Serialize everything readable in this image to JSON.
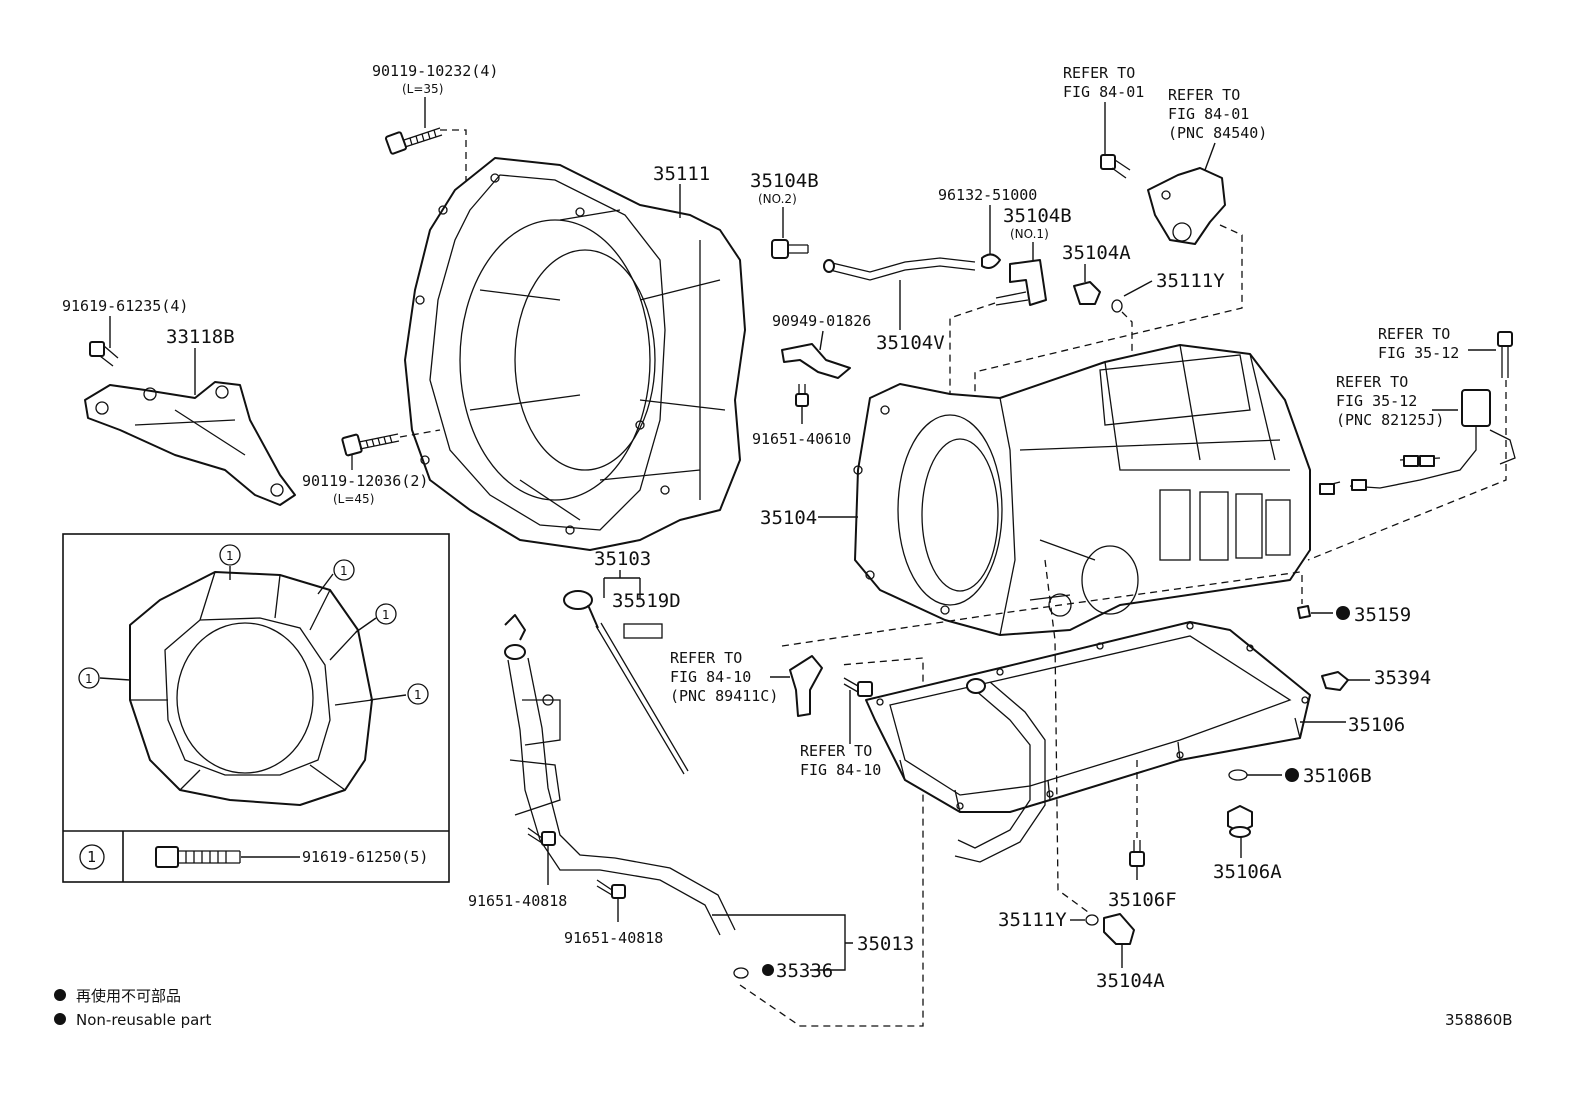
{
  "labels": {
    "p90119_10232": "90119-10232(4)",
    "l35": "(L=35)",
    "p35111": "35111",
    "p35104b_no2": "35104B",
    "no2": "(NO.2)",
    "p96132": "96132-51000",
    "p35104b_no1": "35104B",
    "no1": "(NO.1)",
    "refer_a1": "REFER TO",
    "refer_a2": "FIG 84-01",
    "refer_b1": "REFER TO",
    "refer_b2": "FIG 84-01",
    "refer_b3": "(PNC 84540)",
    "p35104a_top": "35104A",
    "p35111y_top": "35111Y",
    "p91619_61235": "91619-61235(4)",
    "p33118b": "33118B",
    "p90949": "90949-01826",
    "p35104v": "35104V",
    "refer_c1": "REFER TO",
    "refer_c2": "FIG 35-12",
    "refer_d1": "REFER TO",
    "refer_d2": "FIG 35-12",
    "refer_d3": "(PNC 82125J)",
    "p90119_12036": "90119-12036(2)",
    "l45": "(L=45)",
    "p91651_40610": "91651-40610",
    "p35104": "35104",
    "p35103": "35103",
    "p35519d": "35519D",
    "p35159": "35159",
    "refer_e1": "REFER TO",
    "refer_e2": "FIG 84-10",
    "refer_e3": "(PNC 89411C)",
    "p35394": "35394",
    "p35106": "35106",
    "refer_f1": "REFER TO",
    "refer_f2": "FIG 84-10",
    "p35106b": "35106B",
    "p91619_61250": "91619-61250(5)",
    "callout": "1",
    "p35106a": "35106A",
    "p35106f": "35106F",
    "p91651_40818_a": "91651-40818",
    "p35111y_bot": "35111Y",
    "p91651_40818_b": "91651-40818",
    "p35013": "35013",
    "p35336": "35336",
    "p35104a_bot": "35104A",
    "legend_jp": "再使用不可部品",
    "legend_en": "Non-reusable part",
    "fig_code": "358860B"
  }
}
